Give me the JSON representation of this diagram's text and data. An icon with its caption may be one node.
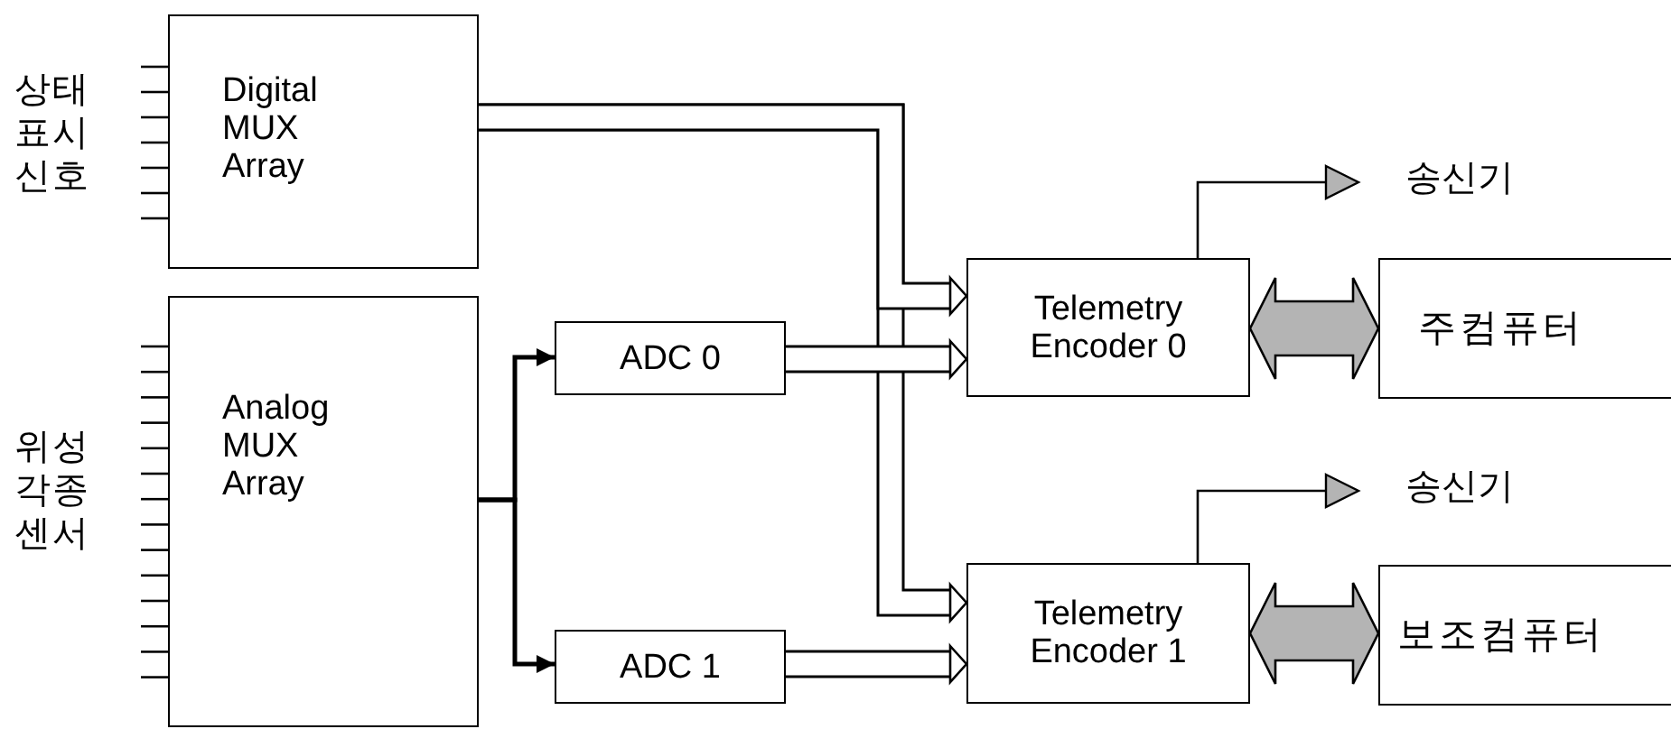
{
  "diagram": {
    "nodes": [
      {
        "text": [
          "Digital MUX Array"
        ]
      },
      {
        "text": [
          "Analog MUX Array"
        ]
      },
      {
        "text": [
          "ADC 0"
        ]
      },
      {
        "text": [
          "ADC 1"
        ]
      },
      {
        "text": [
          "Telemetry Encoder 0"
        ]
      },
      {
        "text": [
          "Telemetry Encoder 1"
        ]
      },
      {
        "text": [
          "송신기"
        ]
      },
      {
        "text": [
          "주컴퓨터"
        ]
      },
      {
        "text": [
          "송신기"
        ]
      },
      {
        "text": [
          "보조컴퓨터"
        ]
      }
    ],
    "edges": [
      {
        "from": 0,
        "to": 5,
        "arrow": "to",
        "style": "thick"
      },
      {
        "from": 0,
        "to": 4,
        "arrow": "to",
        "style": "thick"
      },
      {
        "from": 1,
        "to": 2,
        "arrow": "to"
      },
      {
        "from": 1,
        "to": 3,
        "arrow": "to"
      },
      {
        "from": 2,
        "to": 4,
        "arrow": "to",
        "style": "thick"
      },
      {
        "from": 3,
        "to": 5,
        "arrow": "to",
        "style": "thick"
      },
      {
        "from": 4,
        "to": 6,
        "arrow": "to"
      },
      {
        "from": 4,
        "to": 7,
        "arrow": "both",
        "style": "thick",
        "color": "#b4b4b4"
      },
      {
        "from": 5,
        "to": 8,
        "arrow": "to"
      },
      {
        "from": 5,
        "to": 9,
        "arrow": "both",
        "style": "thick",
        "color": "#b4b4b4"
      }
    ],
    "labels": [
      "상태 표시 신호",
      "위성 각종 센서"
    ]
  }
}
